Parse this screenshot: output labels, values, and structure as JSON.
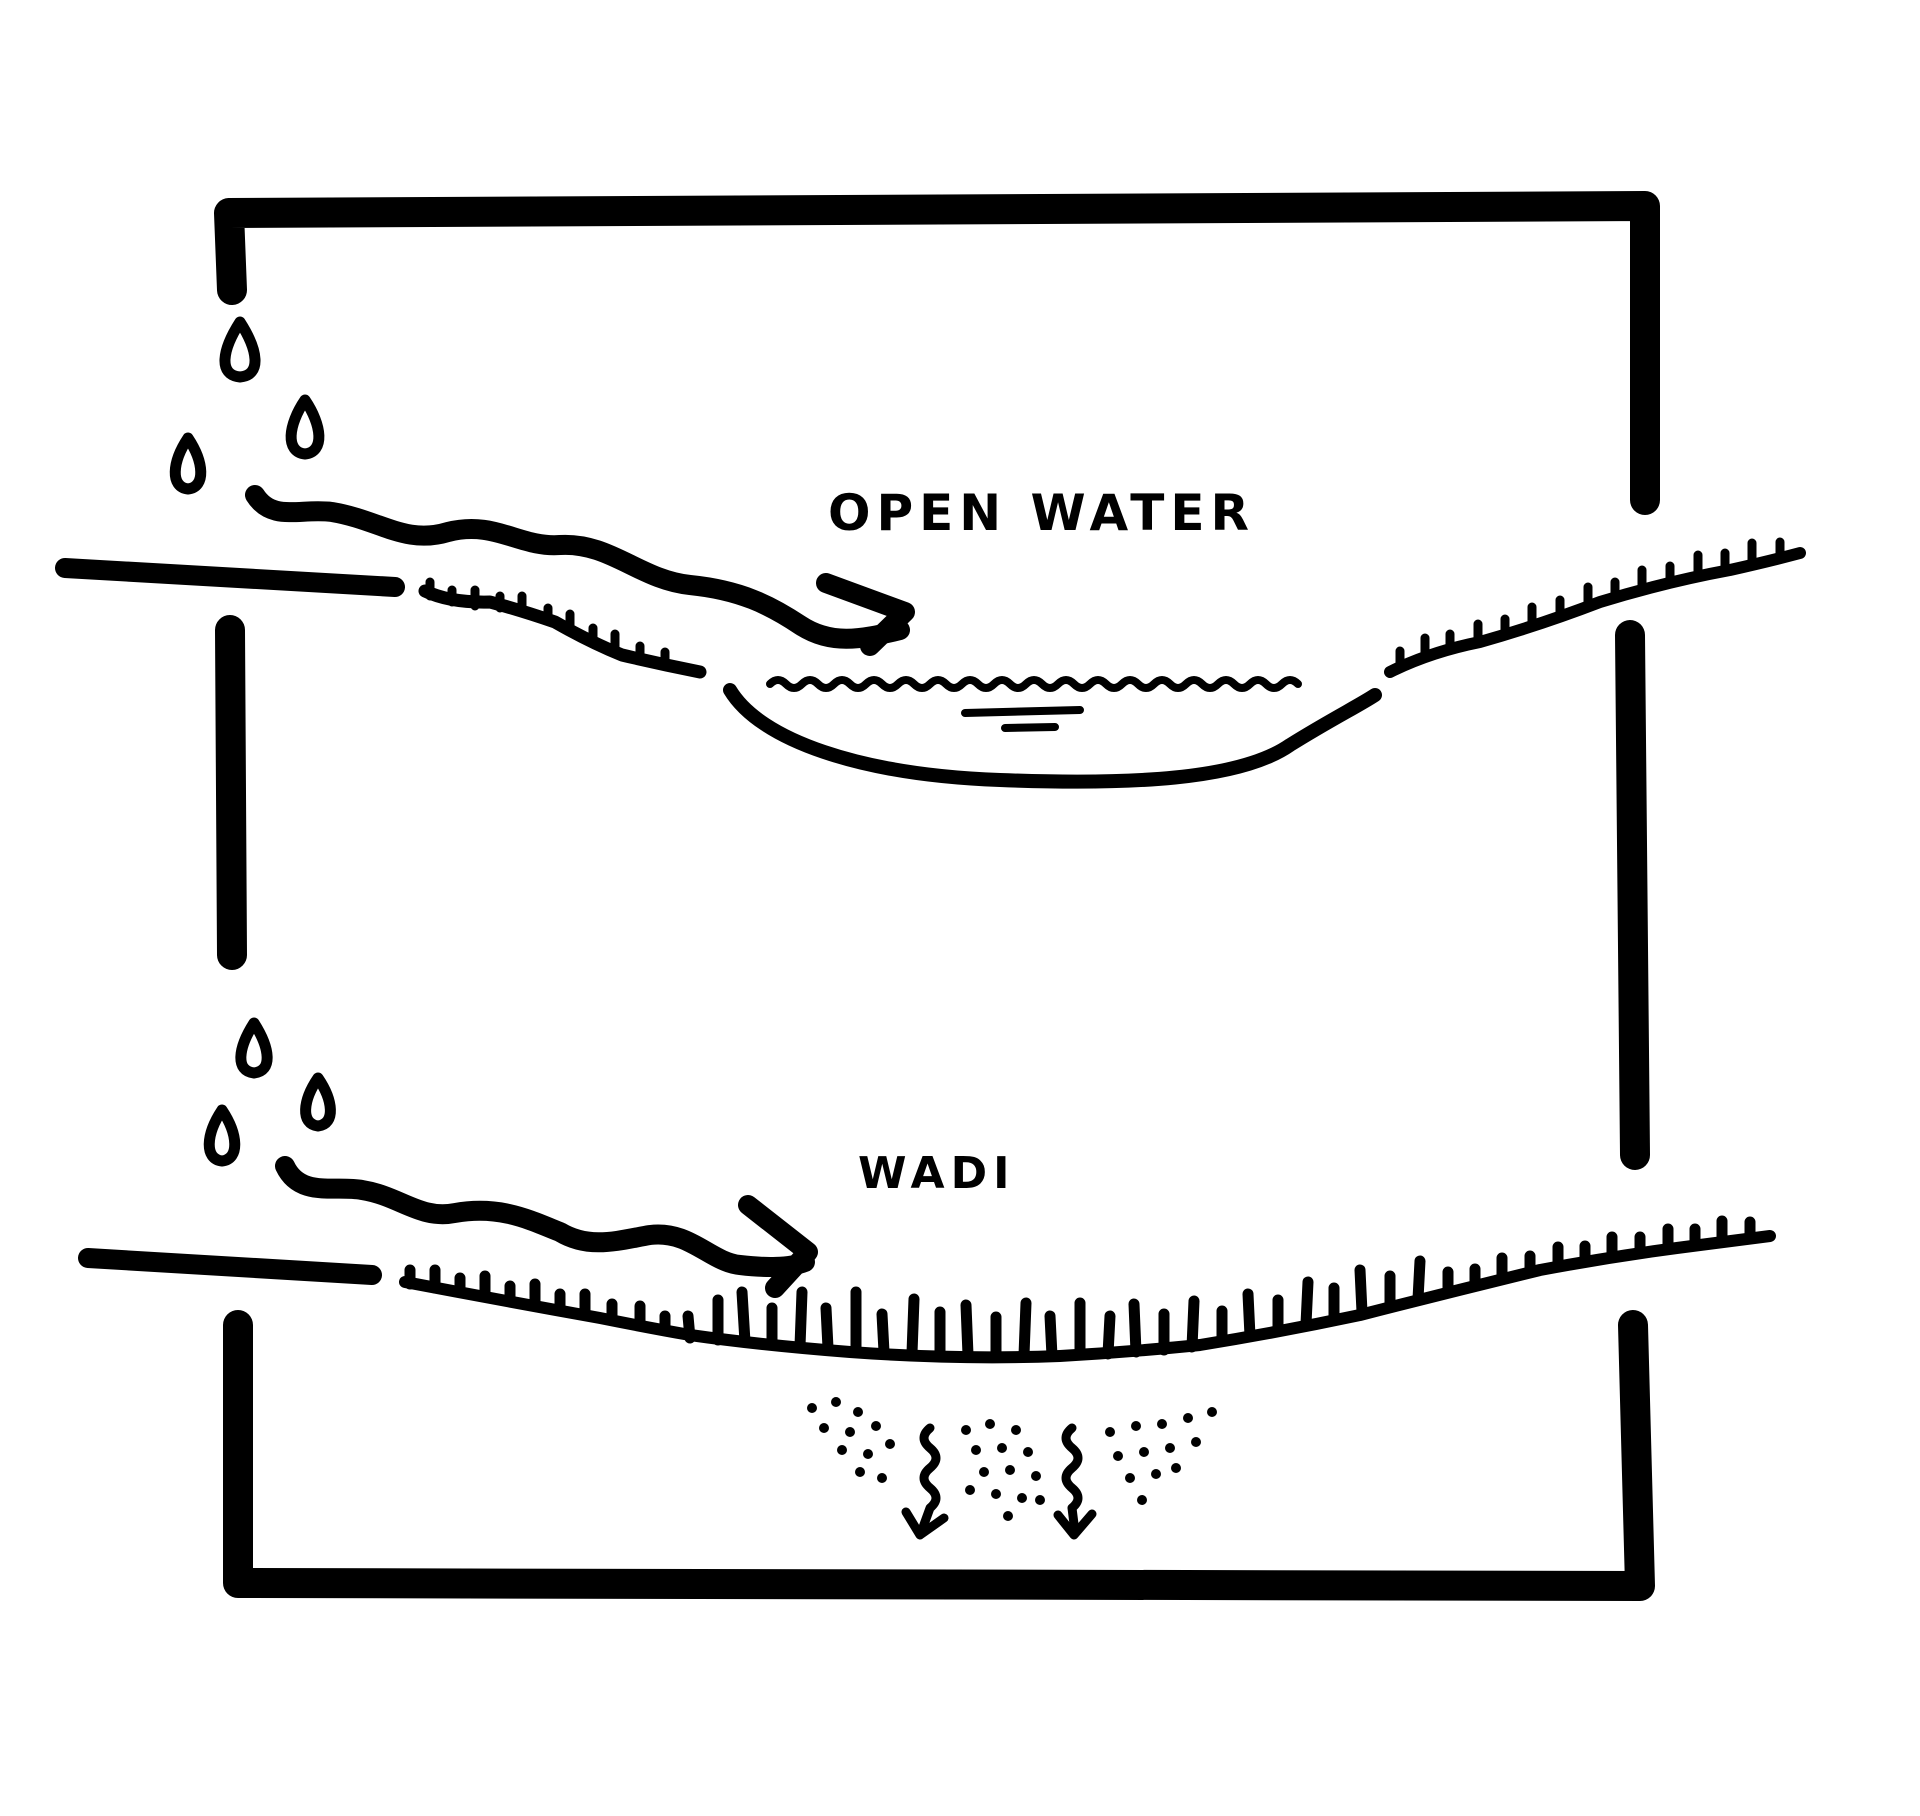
{
  "diagram": {
    "panels": [
      {
        "id": "open-water",
        "label": "OPEN WATER"
      },
      {
        "id": "wadi",
        "label": "WADI"
      }
    ],
    "ink_color": "#000000",
    "paper_color": "#ffffff",
    "icons": [
      "rain-drop-icon",
      "runoff-arrow-icon",
      "infiltration-arrow-icon"
    ]
  }
}
